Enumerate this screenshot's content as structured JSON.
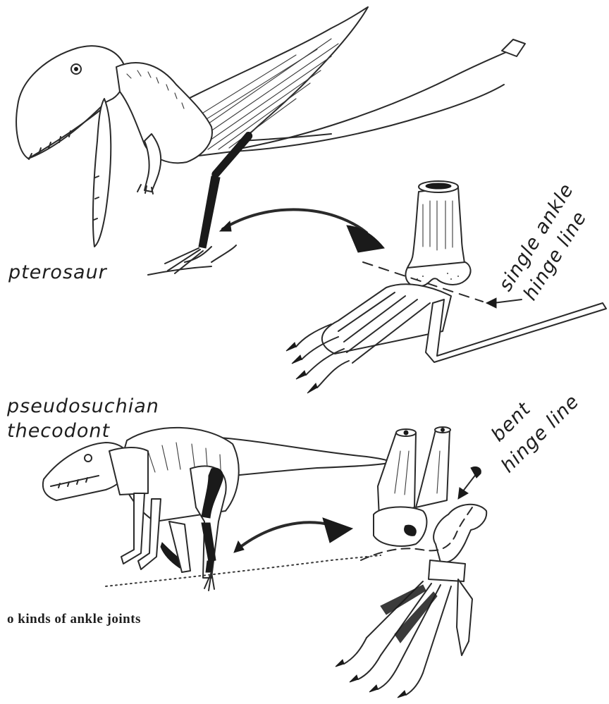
{
  "labels": {
    "pterosaur": "pterosaur",
    "pseudosuchian_line1": "pseudosuchian",
    "pseudosuchian_line2": "thecodont",
    "single_hinge_line1": "single ankle",
    "single_hinge_line2": "hinge line",
    "bent_hinge_line1": "bent",
    "bent_hinge_line2": "hinge line"
  },
  "caption": "o  kinds  of ankle  joints",
  "colors": {
    "ink": "#1a1a1a",
    "paper": "#ffffff"
  },
  "icons": [
    "pterosaur-drawing",
    "thecodont-drawing",
    "ankle-single-hinge-drawing",
    "ankle-bent-hinge-drawing",
    "curved-arrow",
    "pointer-arrow"
  ]
}
